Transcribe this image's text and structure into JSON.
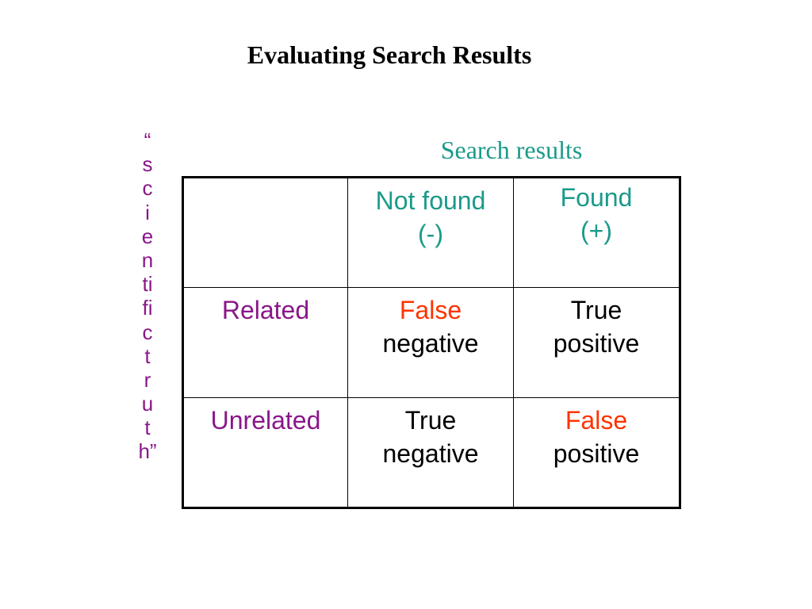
{
  "title": "Evaluating Search Results",
  "column_group_label": "Search results",
  "row_group_label": "“scientific truth”",
  "row_group_label_chars": [
    "“",
    "s",
    "c",
    "i",
    "e",
    "n",
    "ti",
    "fi",
    "c",
    "t",
    "r",
    "u",
    "t",
    "h”"
  ],
  "table": {
    "columns": [
      {
        "line1": "",
        "line2": ""
      },
      {
        "line1": "Not found",
        "line2": "(-)"
      },
      {
        "line1": "Found",
        "line2": "(+)"
      }
    ],
    "rows": [
      {
        "label": "Related",
        "cells": [
          {
            "word1": "False",
            "word2": "negative"
          },
          {
            "word1": "True",
            "word2": "positive"
          }
        ]
      },
      {
        "label": "Unrelated",
        "cells": [
          {
            "word1": "True",
            "word2": "negative"
          },
          {
            "word1": "False",
            "word2": "positive"
          }
        ]
      }
    ]
  },
  "colors": {
    "title": "#000000",
    "header_teal": "#1a9a8a",
    "row_label_purple": "#8a168a",
    "false_red": "#ff3300",
    "text_black": "#000000"
  }
}
